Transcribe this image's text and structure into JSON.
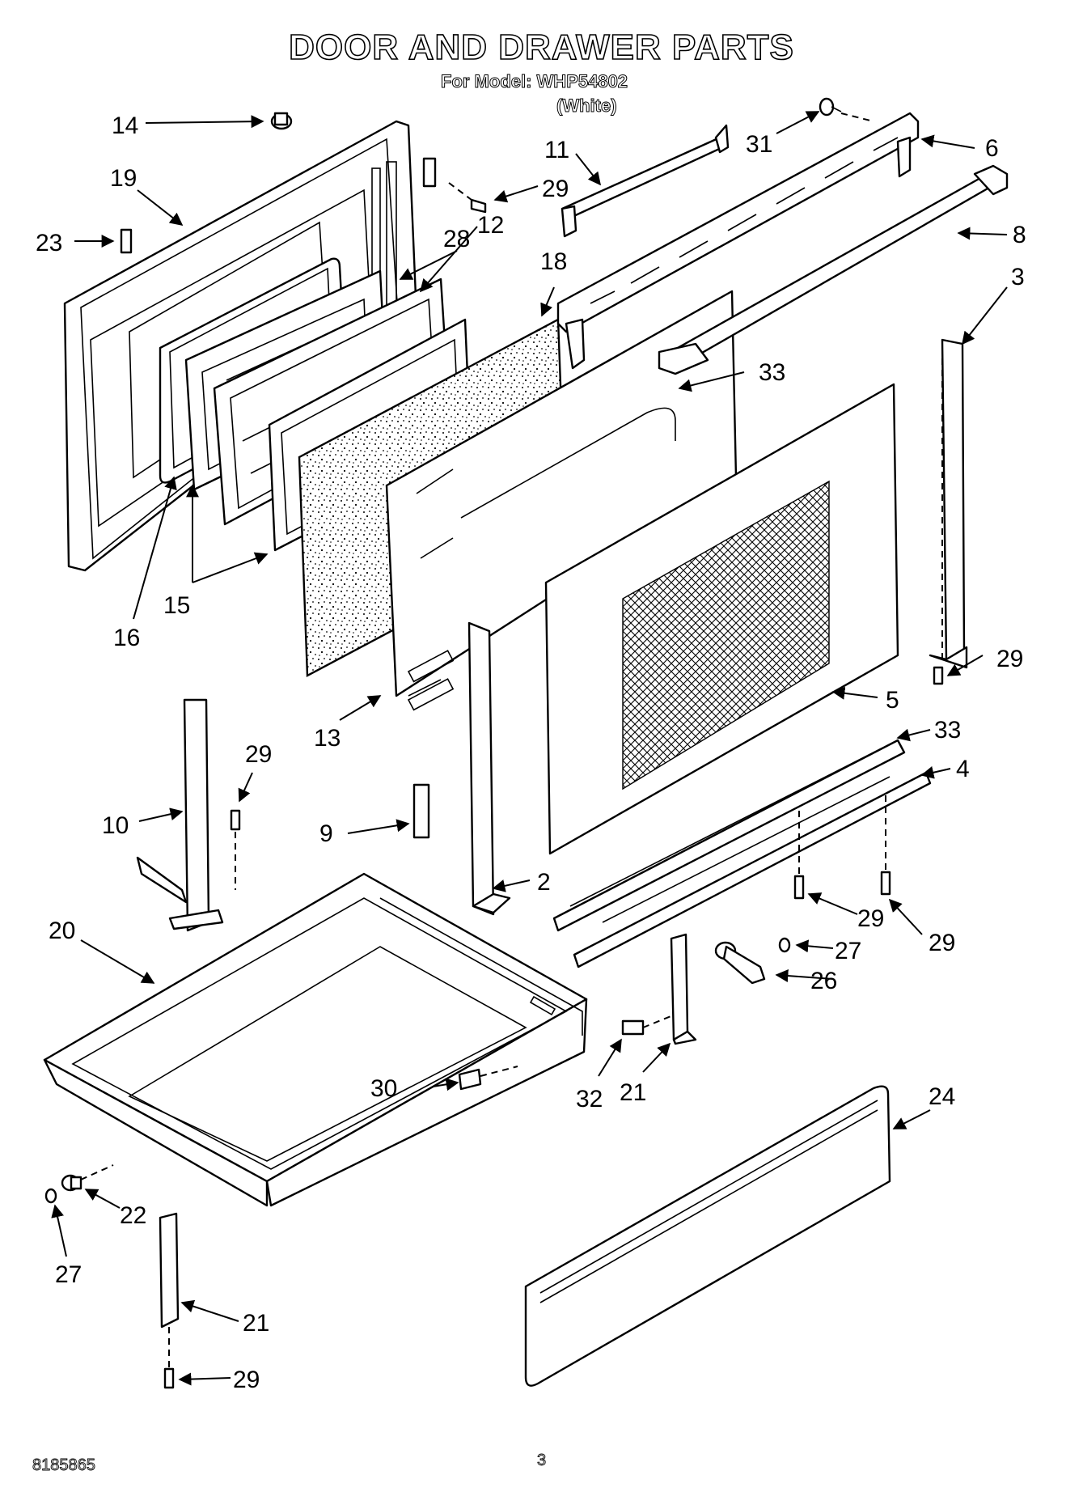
{
  "header": {
    "title": "DOOR AND DRAWER PARTS",
    "model_line": "For Model: WHP54802",
    "variant": "(White)"
  },
  "footer": {
    "doc_number": "8185865",
    "page_number": "3"
  },
  "callouts": {
    "c14": "14",
    "c19": "19",
    "c23": "23",
    "c11": "11",
    "c29a": "29",
    "c28": "28",
    "c12": "12",
    "c18": "18",
    "c31": "31",
    "c6": "6",
    "c8": "8",
    "c3": "3",
    "c33a": "33",
    "c16": "16",
    "c15": "15",
    "c29b": "29",
    "c13": "13",
    "c5": "5",
    "c33b": "33",
    "c4": "4",
    "c29c": "29",
    "c10": "10",
    "c9": "9",
    "c2": "2",
    "c20": "20",
    "c29d": "29",
    "c29e": "29",
    "c27a": "27",
    "c26": "26",
    "c30": "30",
    "c32": "32",
    "c21a": "21",
    "c24": "24",
    "c22": "22",
    "c27b": "27",
    "c21b": "21",
    "c29f": "29"
  }
}
